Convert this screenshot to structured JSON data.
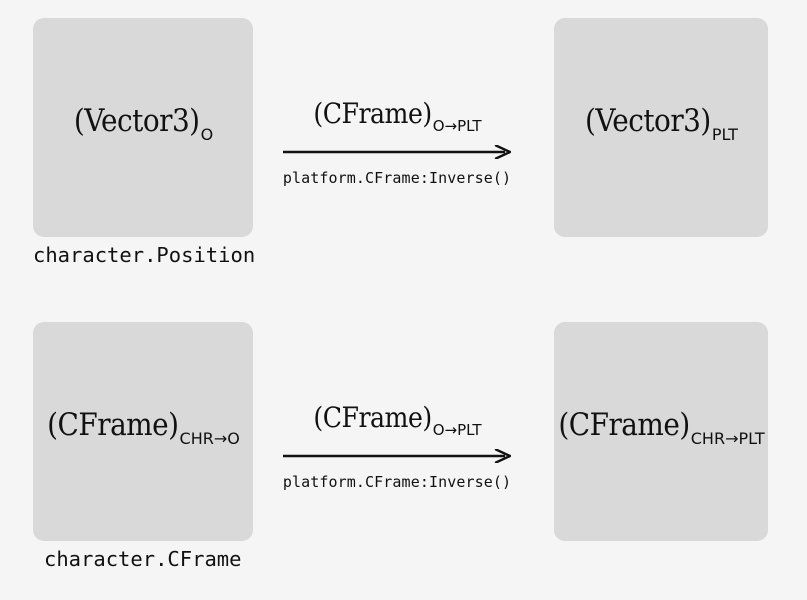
{
  "diagram": {
    "background_color": "#f5f5f5",
    "box_color": "#d9d9d9",
    "text_color": "#111111",
    "rows": [
      {
        "source": {
          "type_name": "(Vector3)",
          "subscript": "O",
          "caption": "character.Position"
        },
        "transform": {
          "type_name": "(CFrame)",
          "subscript": "O→PLT",
          "code": "platform.CFrame:Inverse()"
        },
        "target": {
          "type_name": "(Vector3)",
          "subscript": "PLT"
        }
      },
      {
        "source": {
          "type_name": "(CFrame)",
          "subscript": "CHR→O",
          "caption": "character.CFrame"
        },
        "transform": {
          "type_name": "(CFrame)",
          "subscript": "O→PLT",
          "code": "platform.CFrame:Inverse()"
        },
        "target": {
          "type_name": "(CFrame)",
          "subscript": "CHR→PLT"
        }
      }
    ]
  }
}
